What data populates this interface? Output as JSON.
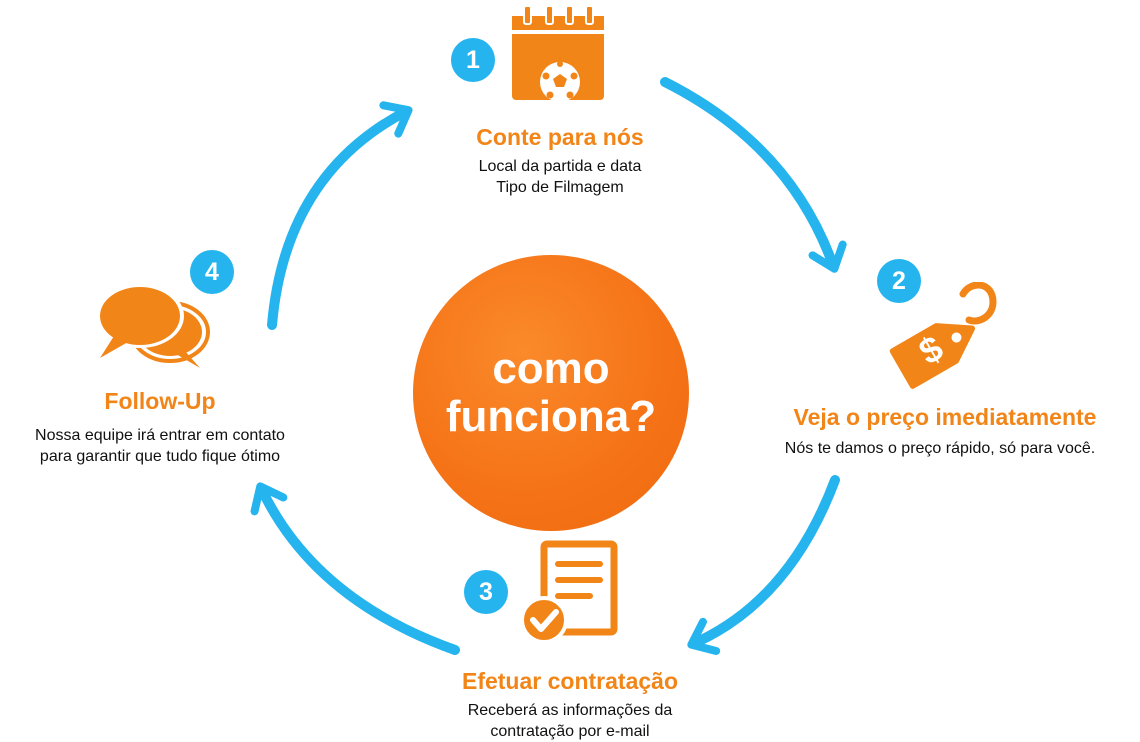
{
  "center": {
    "line1": "como",
    "line2": "funciona?"
  },
  "colors": {
    "orange": "#f28518",
    "blue": "#25b4ee",
    "text": "#111111"
  },
  "steps": [
    {
      "number": "1",
      "icon": "calendar-soccer-ball-icon",
      "title": "Conte para nós",
      "lines": [
        "Local da partida e data",
        "Tipo de Filmagem"
      ]
    },
    {
      "number": "2",
      "icon": "price-tag-dollar-icon",
      "title": "Veja o preço imediatamente",
      "lines": [
        "Nós te damos o preço rápido, só para você."
      ]
    },
    {
      "number": "3",
      "icon": "document-check-icon",
      "title": "Efetuar contratação",
      "lines": [
        "Receberá as informações da",
        "contratação por e-mail"
      ]
    },
    {
      "number": "4",
      "icon": "chat-bubbles-icon",
      "title": "Follow-Up",
      "lines": [
        "Nossa equipe irá entrar em contato",
        "para garantir que tudo fique ótimo"
      ]
    }
  ]
}
